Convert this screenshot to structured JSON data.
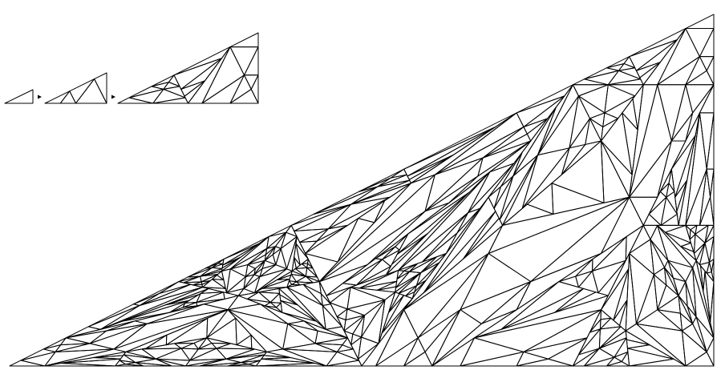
{
  "figure": {
    "stroke_color": "#000000",
    "background": "#ffffff",
    "arrow_glyph": "arrowhead-right"
  },
  "sequence": {
    "stages": [
      {
        "name": "stage-1",
        "subdivision_depth": 0
      },
      {
        "name": "stage-2",
        "subdivision_depth": 1
      },
      {
        "name": "stage-3",
        "subdivision_depth": 2
      }
    ],
    "arrows": 2
  },
  "main_tiling": {
    "subdivision_depth": 4,
    "description_shape": "right-triangle-1:2"
  }
}
